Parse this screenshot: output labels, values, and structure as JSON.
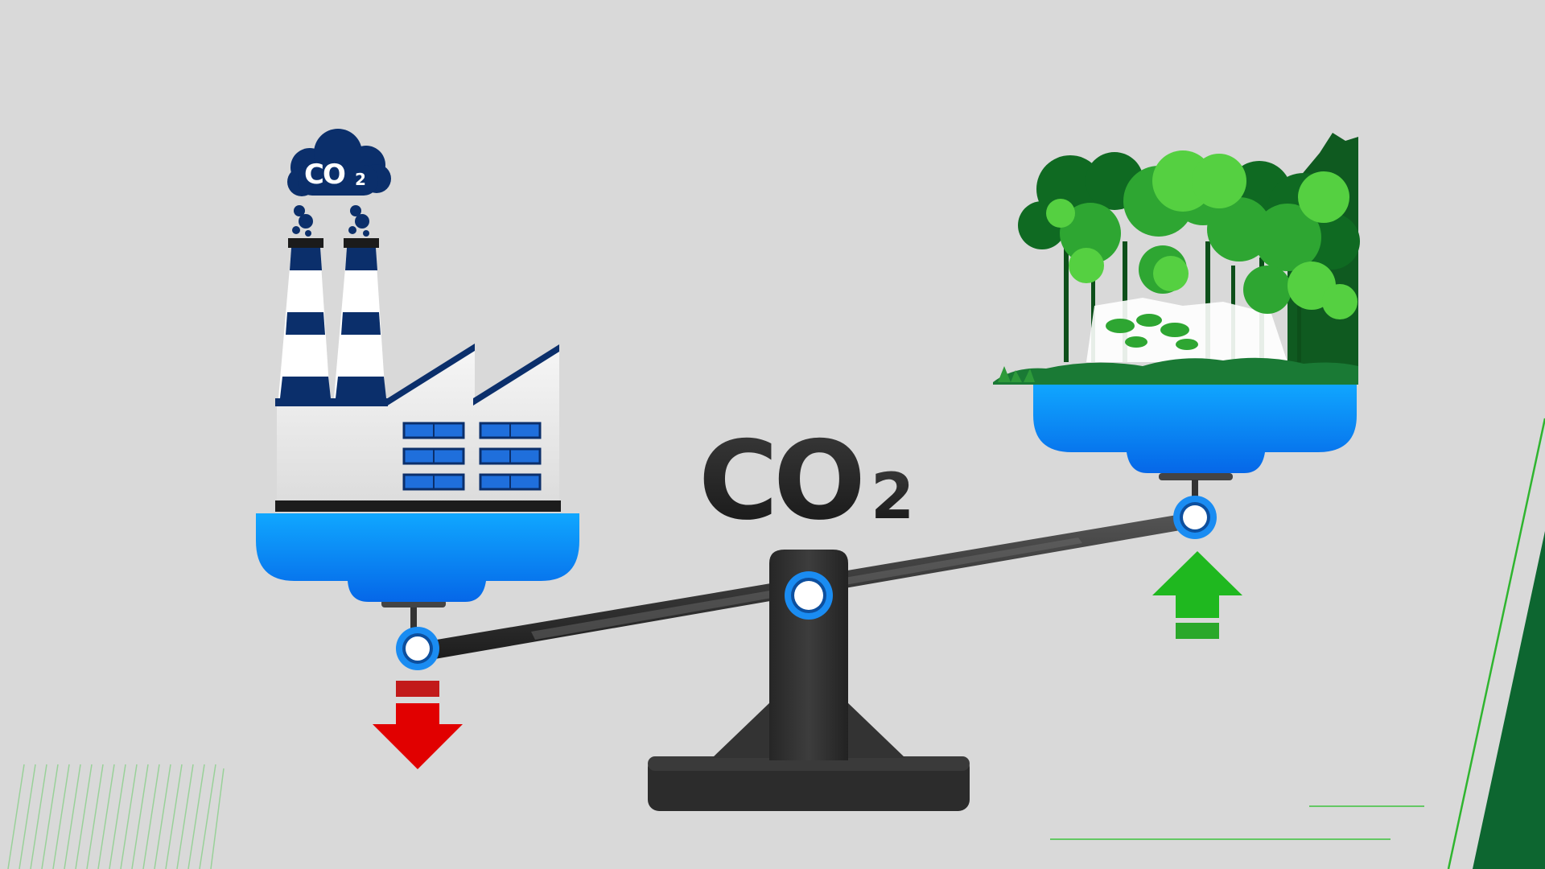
{
  "labels": {
    "center_formula": "CO",
    "center_subscript": "2",
    "cloud_formula": "CO",
    "cloud_subscript": "2"
  },
  "colors": {
    "background": "#d9d9d9",
    "pan_blue": "#0a86f5",
    "factory_navy": "#0b2f6b",
    "window_blue": "#1f6fdc",
    "beam_dark": "#2e2e2e",
    "pivot_ring": "#1a8cf2",
    "arrow_down": "#e10000",
    "arrow_up": "#1fb81f",
    "tree_dark": "#0f6a22",
    "tree_mid": "#2ea632",
    "tree_light": "#55d041",
    "accent_green": "#1a7a35"
  },
  "icons": {
    "left_pan": "factory-icon",
    "right_pan": "forest-icon",
    "down_indicator": "arrow-down-icon",
    "up_indicator": "arrow-up-icon"
  }
}
